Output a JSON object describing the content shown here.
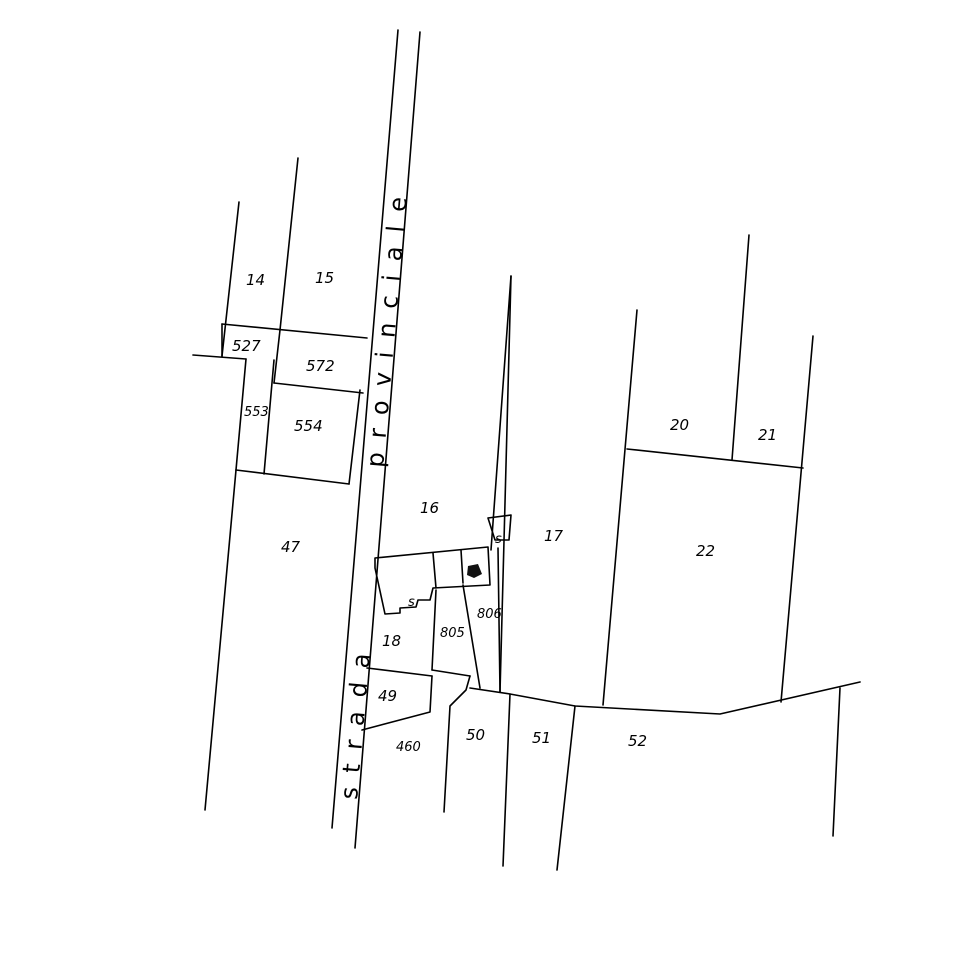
{
  "road": {
    "name_part1": "strada",
    "name_part2": "provinciale"
  },
  "parcels": {
    "p14": "14",
    "p15": "15",
    "p527": "527",
    "p572": "572",
    "p553": "553",
    "p554": "554",
    "p47": "47",
    "p16": "16",
    "p17": "17",
    "p18": "18",
    "p805": "805",
    "p806": "806",
    "p20": "20",
    "p21": "21",
    "p22": "22",
    "p49": "49",
    "p460": "460",
    "p50": "50",
    "p51": "51",
    "p52": "52"
  },
  "building_marks": {
    "s1": "s",
    "s2": "s"
  }
}
